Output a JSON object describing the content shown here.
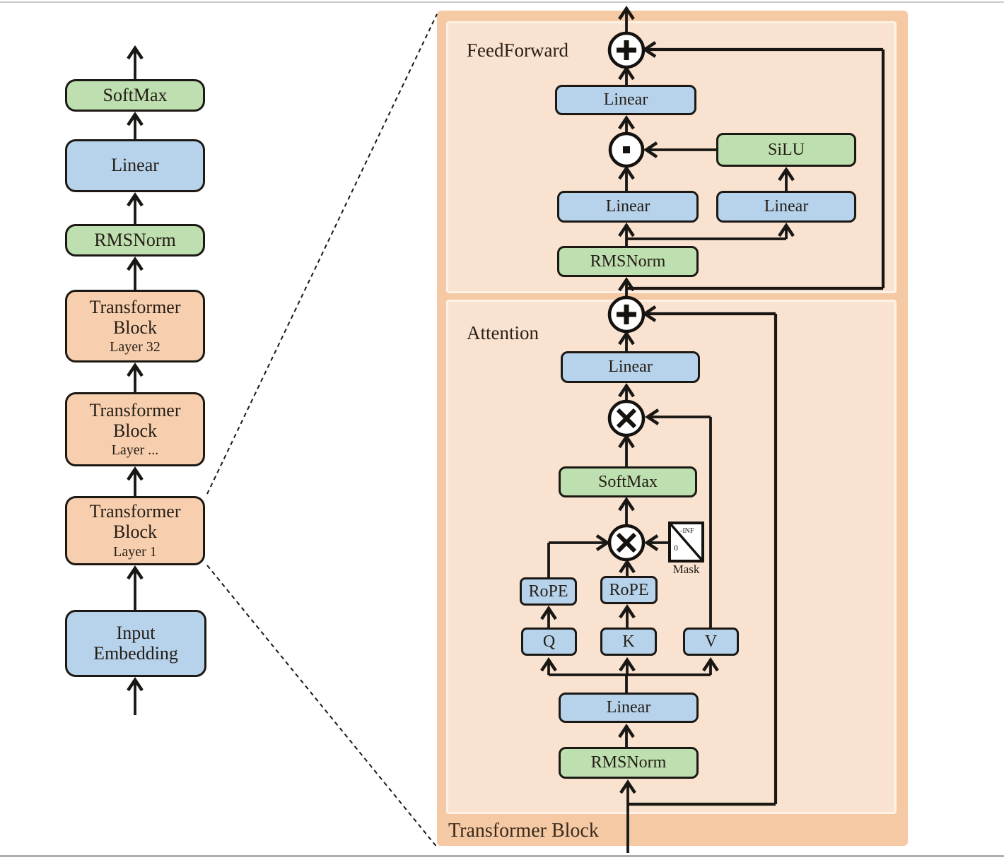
{
  "left_column": {
    "softmax": "SoftMax",
    "linear": "Linear",
    "rmsnorm": "RMSNorm",
    "block_line1": "Transformer",
    "block_line2": "Block",
    "tb32_layer": "Layer 32",
    "tbdots_layer": "Layer ...",
    "tb1_layer": "Layer 1",
    "input_line1": "Input",
    "input_line2": "Embedding"
  },
  "right_panel": {
    "title": "Transformer Block",
    "feedforward": {
      "label": "FeedForward",
      "linear_out": "Linear",
      "silu": "SiLU",
      "linear_gate": "Linear",
      "linear_up": "Linear",
      "rmsnorm": "RMSNorm"
    },
    "attention": {
      "label": "Attention",
      "linear_out": "Linear",
      "softmax": "SoftMax",
      "rope_q": "RoPE",
      "rope_k": "RoPE",
      "q": "Q",
      "k": "K",
      "v": "V",
      "linear_in": "Linear",
      "rmsnorm": "RMSNorm",
      "mask_label": "Mask",
      "mask_neg": "-INF",
      "mask_zero": "0"
    }
  },
  "colors": {
    "green": "#bedfb0",
    "blue": "#b7d3ec",
    "orange_block": "#f8cfae",
    "panel_outer": "#f4c9a3",
    "panel_inner": "#fae2d0",
    "line": "#191714"
  }
}
